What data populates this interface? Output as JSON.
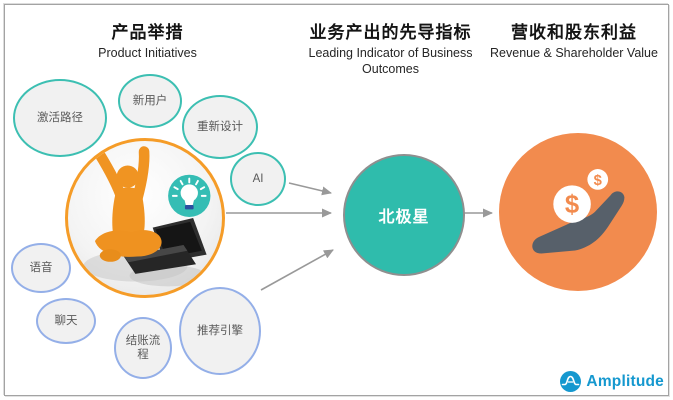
{
  "columns": [
    {
      "title_zh": "产品举措",
      "title_en": "Product Initiatives"
    },
    {
      "title_zh": "业务产出的先导指标",
      "title_en": "Leading Indicator of Business Outcomes"
    },
    {
      "title_zh": "营收和股东利益",
      "title_en": "Revenue & Shareholder Value"
    }
  ],
  "initiative_bubbles": [
    {
      "label": "激活路径",
      "group": "teal"
    },
    {
      "label": "新用户",
      "group": "teal"
    },
    {
      "label": "重新设计",
      "group": "teal"
    },
    {
      "label": "AI",
      "group": "teal"
    },
    {
      "label": "语音",
      "group": "blue"
    },
    {
      "label": "聊天",
      "group": "blue"
    },
    {
      "label": "结账流程",
      "group": "blue"
    },
    {
      "label": "推荐引擎",
      "group": "blue"
    }
  ],
  "north_star": {
    "label": "北极星"
  },
  "money": {
    "coin_symbol": "$"
  },
  "logo": {
    "wordmark": "Amplitude"
  },
  "icons": {
    "celebrating-person-icon": "orange 3d figure with raised arms at laptop",
    "lightbulb-icon": "white bulb on teal badge",
    "laptop-icon": "dark open laptop",
    "money-hand-icon": "gray hand holding dollar coins",
    "dollar-coin-icon": "$",
    "amplitude-logo-icon": "blue circle with white waveform A",
    "arrow-icon": "gray straight arrow"
  },
  "colors": {
    "teal_fill": "#2fbcac",
    "teal_bubble_border": "#3cbfb2",
    "blue_bubble_border": "#94afe8",
    "bubble_fill": "#f1f1f1",
    "orange_circle": "#f28b4e",
    "hero_ring_orange": "#f59c28",
    "figure_orange": "#f09422",
    "north_star_ring": "#8f8f8f",
    "arrow_gray": "#999999",
    "hand_gray": "#57606a",
    "bulb_base_blue": "#2b4fa0",
    "amplitude_blue": "#1598cf"
  }
}
